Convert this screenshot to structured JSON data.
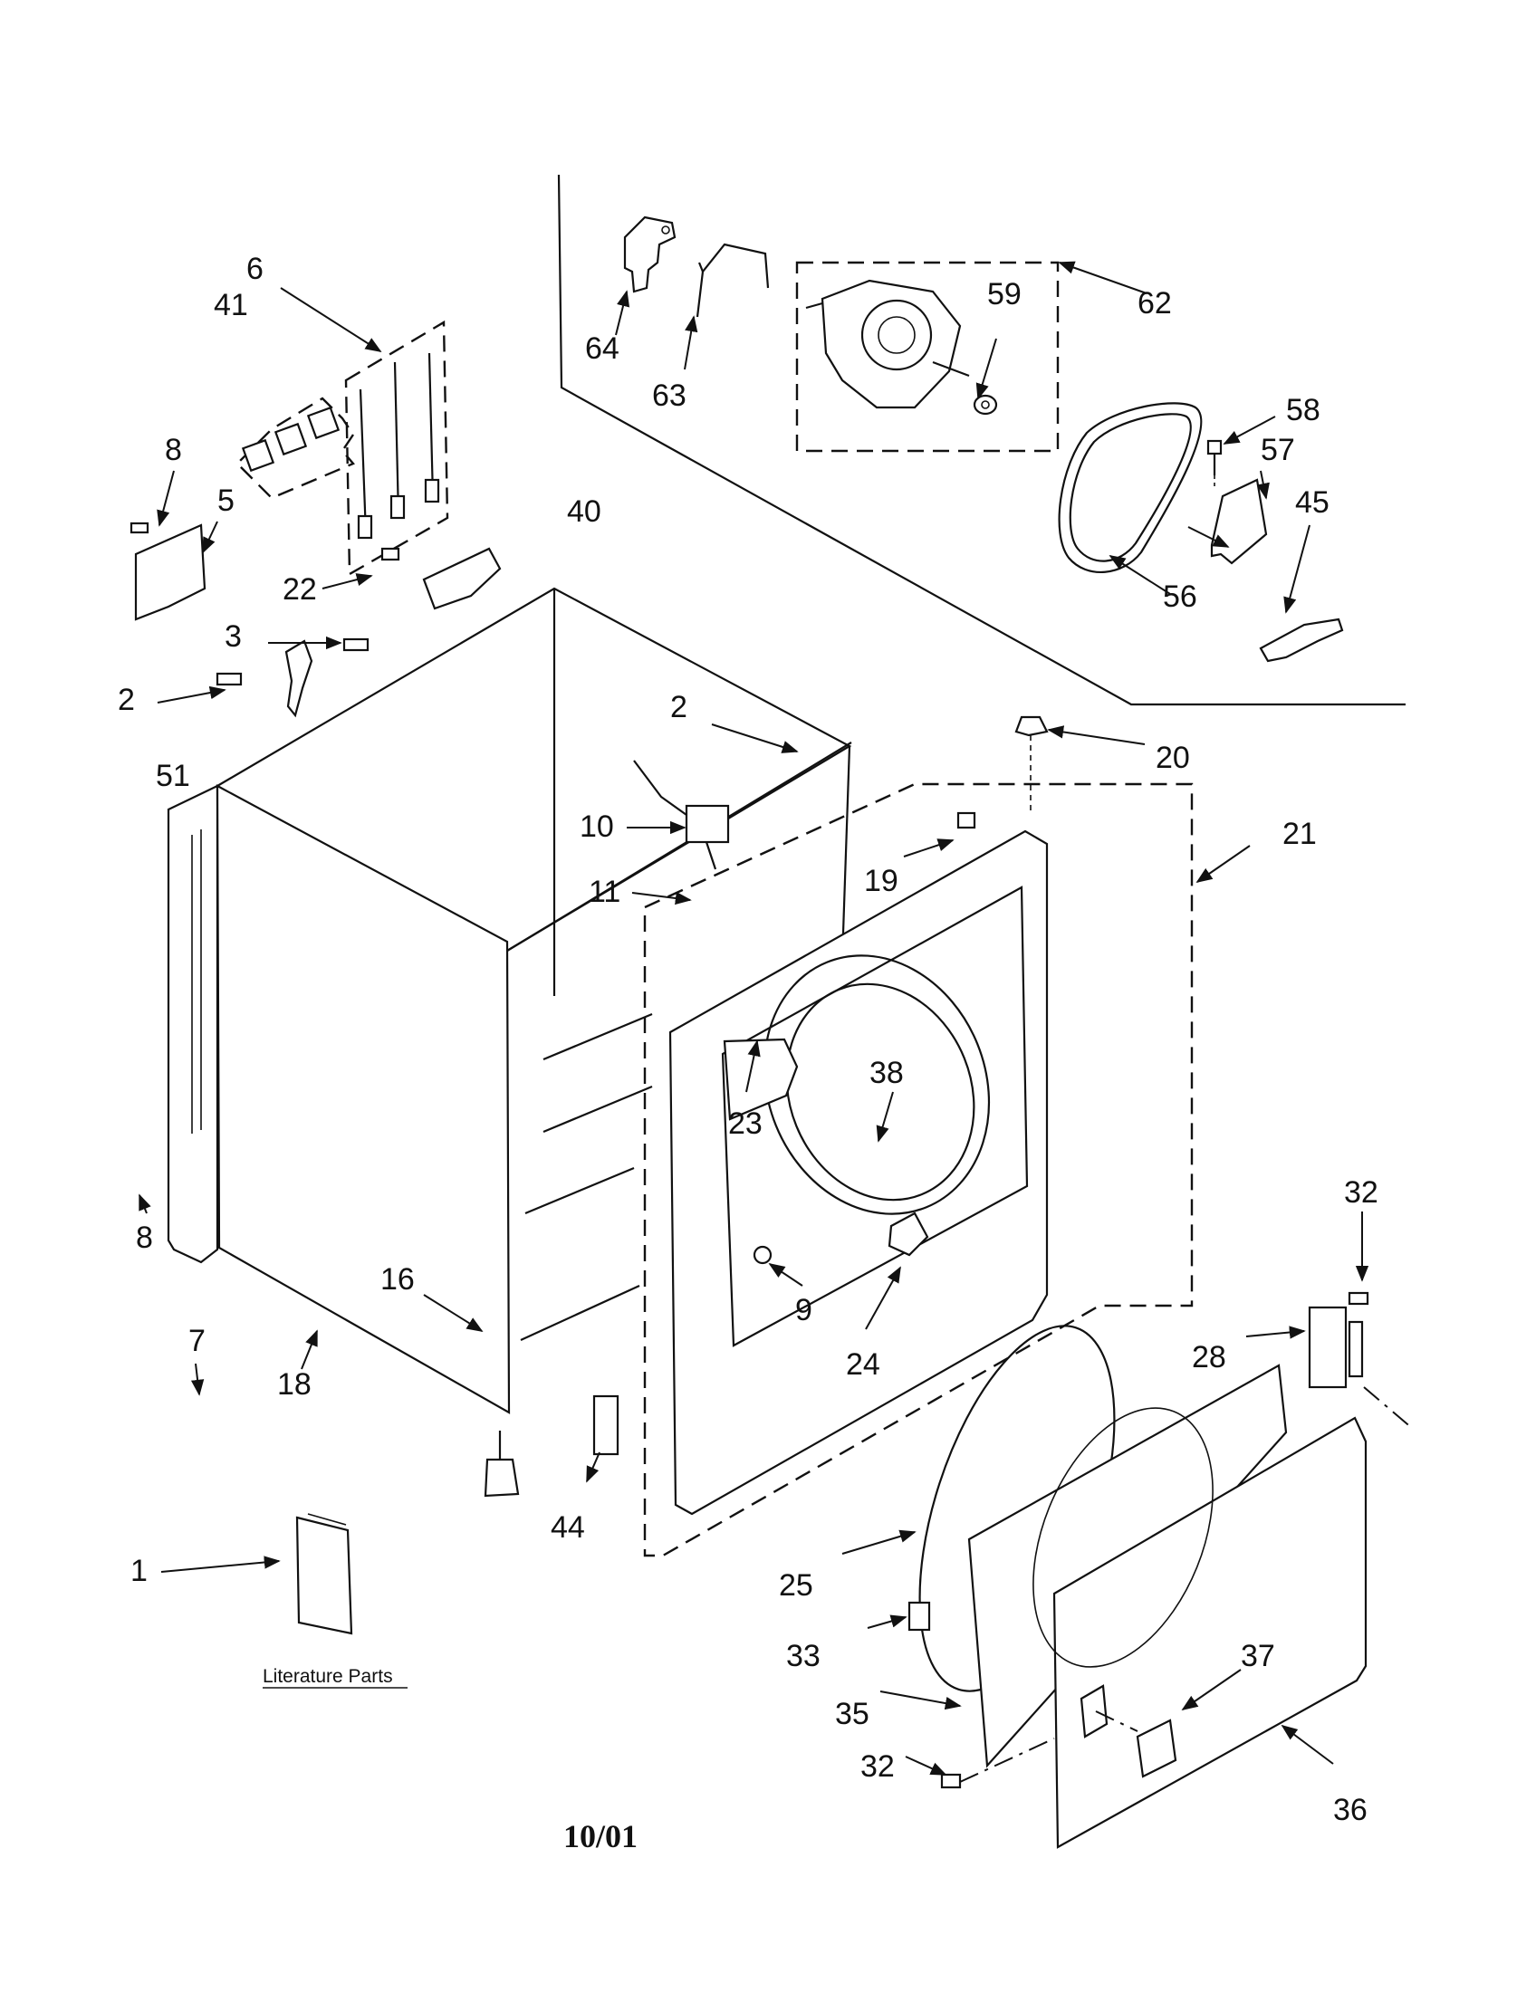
{
  "callouts": {
    "c1": "1",
    "c2a": "2",
    "c2b": "2",
    "c3": "3",
    "c5": "5",
    "c6": "6",
    "c7": "7",
    "c8a": "8",
    "c8b": "8",
    "c9": "9",
    "c10": "10",
    "c11": "11",
    "c16": "16",
    "c18": "18",
    "c19": "19",
    "c20": "20",
    "c21": "21",
    "c22": "22",
    "c23": "23",
    "c24": "24",
    "c25": "25",
    "c28": "28",
    "c32a": "32",
    "c32b": "32",
    "c33": "33",
    "c35": "35",
    "c36": "36",
    "c37": "37",
    "c38": "38",
    "c40": "40",
    "c41": "41",
    "c44": "44",
    "c45": "45",
    "c51": "51",
    "c56": "56",
    "c57": "57",
    "c58": "58",
    "c59": "59",
    "c62": "62",
    "c63": "63",
    "c64": "64"
  },
  "literature_label": "Literature Parts",
  "date_code": "10/01"
}
